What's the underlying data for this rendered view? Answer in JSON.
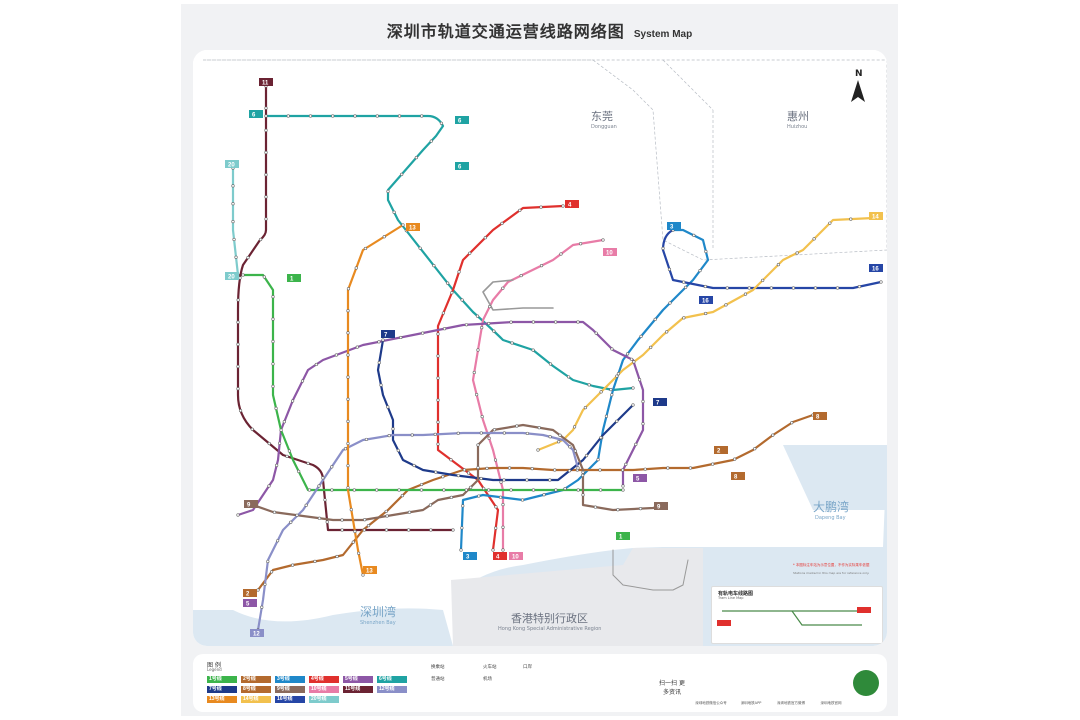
{
  "title": {
    "zh": "深圳市轨道交通运营线路网络图",
    "en": "System Map"
  },
  "colors": {
    "l1": "#3cb44b",
    "l2": "#b36a2e",
    "l3": "#1f88c9",
    "l4": "#e0302d",
    "l5": "#8d57a6",
    "l6": "#1fa3a3",
    "l7": "#1e3a8a",
    "l8": "#b36a2e",
    "l9": "#8a6a5c",
    "l10": "#e87ca7",
    "l11": "#6b2333",
    "l12": "#8a8fc8",
    "l13": "#e88a20",
    "l14": "#f2c14e",
    "l16": "#2646a6",
    "l20": "#7ecbcc",
    "water": "#dce8f2",
    "land": "#e8e9ec"
  },
  "regions": {
    "dongguan": {
      "zh": "东莞",
      "en": "Dongguan"
    },
    "huizhou": {
      "zh": "惠州",
      "en": "Huizhou"
    },
    "hongkong": {
      "zh": "香港特别行政区",
      "en": "Hong Kong Special Administrative Region"
    },
    "shenzhen_bay": {
      "zh": "深圳湾",
      "en": "Shenzhen Bay"
    },
    "dapeng_bay": {
      "zh": "大鹏湾",
      "en": "Dapeng Bay"
    }
  },
  "north_label": "N",
  "line_badges": {
    "l1": "1",
    "l2": "2",
    "l3": "3",
    "l4": "4",
    "l5": "5",
    "l6": "6",
    "l7": "7",
    "l8": "8",
    "l9": "9",
    "l10": "10",
    "l11": "11",
    "l12": "12",
    "l13": "13",
    "l14": "14",
    "l16": "16",
    "l20": "20"
  },
  "notes": {
    "red": "* 本图标注车站为示意位置，不作为实际乘车依据",
    "gray": "Stations marked in this map are for reference only."
  },
  "tram": {
    "title": "有轨电车线路图",
    "en": "Tram Line Map"
  },
  "legend": {
    "title": "图 例",
    "title_en": "Legend",
    "items": [
      "1号线",
      "2号线",
      "3号线",
      "4号线",
      "5号线",
      "6号线",
      "7号线",
      "8号线",
      "9号线",
      "10号线",
      "11号线",
      "12号线",
      "13号线",
      "14号线",
      "16号线",
      "20号线"
    ],
    "symbols": [
      "换乘站",
      "普通站",
      "火车站",
      "机场",
      "口岸"
    ],
    "scan_text": "扫一扫 更多资讯"
  },
  "qr_captions": [
    "深圳地铁微信公众号",
    "深圳地铁APP",
    "深圳地铁官方微博",
    "深圳地铁官网"
  ]
}
